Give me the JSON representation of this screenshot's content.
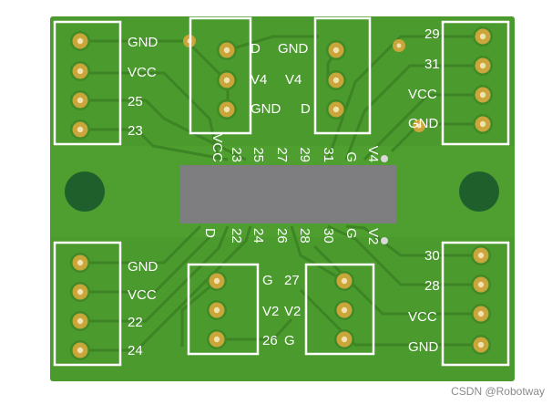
{
  "board": {
    "colors": {
      "pcb": "#4b9a2e",
      "pcb_dark": "#3f8a26",
      "trace": "#3d8424",
      "pad": "#c9a53a",
      "pad_hole": "#f2e2b0",
      "frame": "#ffffff",
      "chip": "#7e7e80",
      "mount_hole": "#1f5f2c"
    },
    "connectors": {
      "top_left": {
        "labels": [
          "GND",
          "VCC",
          "25",
          "23"
        ]
      },
      "top_mid_left": {
        "labels": [
          "D",
          "V4",
          "GND"
        ]
      },
      "top_mid_right": {
        "labels": [
          "GND",
          "V4",
          "D"
        ]
      },
      "top_right": {
        "labels": [
          "29",
          "31",
          "VCC",
          "GND"
        ]
      },
      "bot_left": {
        "labels": [
          "GND",
          "VCC",
          "22",
          "24"
        ]
      },
      "bot_mid_left": {
        "labels": [
          "G",
          "V2",
          "26"
        ]
      },
      "bot_mid_right": {
        "labels": [
          "27",
          "V2",
          "G"
        ]
      },
      "bot_right": {
        "labels": [
          "30",
          "28",
          "VCC",
          "GND"
        ]
      }
    },
    "chip": {
      "top_pins": [
        "VCC",
        "23",
        "25",
        "27",
        "29",
        "31",
        "G",
        "V4"
      ],
      "bottom_pins": [
        "D",
        "22",
        "24",
        "26",
        "28",
        "30",
        "G",
        "V2"
      ]
    }
  },
  "watermark": "CSDN @Robotway"
}
